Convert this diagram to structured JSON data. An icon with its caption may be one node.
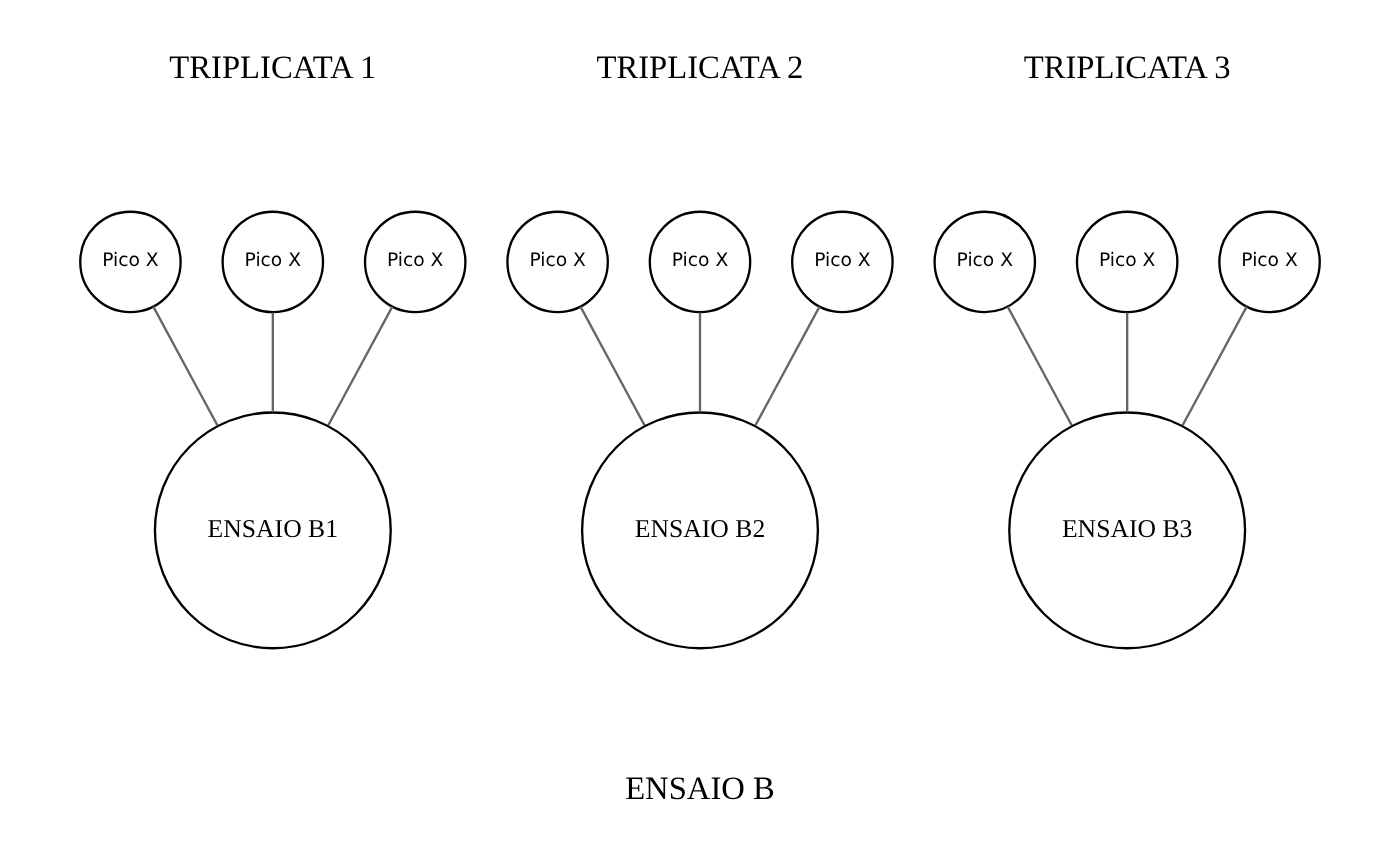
{
  "diagram": {
    "nodes": [
      {
        "text": [
          "Pico X"
        ]
      },
      {
        "text": [
          "Pico X"
        ]
      },
      {
        "text": [
          "Pico X"
        ]
      },
      {
        "text": [
          "Pico X"
        ]
      },
      {
        "text": [
          "Pico X"
        ]
      },
      {
        "text": [
          "Pico X"
        ]
      },
      {
        "text": [
          "Pico X"
        ]
      },
      {
        "text": [
          "Pico X"
        ]
      },
      {
        "text": [
          "Pico X"
        ]
      },
      {
        "text": [
          "ENSAIO B1"
        ]
      },
      {
        "text": [
          "ENSAIO B2"
        ]
      },
      {
        "text": [
          "ENSAIO B3"
        ]
      }
    ],
    "edges": [
      {
        "from": 0,
        "to": 9,
        "arrow": "none"
      },
      {
        "from": 1,
        "to": 9,
        "arrow": "none"
      },
      {
        "from": 2,
        "to": 9,
        "arrow": "none"
      },
      {
        "from": 3,
        "to": 10,
        "arrow": "none"
      },
      {
        "from": 4,
        "to": 10,
        "arrow": "none"
      },
      {
        "from": 5,
        "to": 10,
        "arrow": "none"
      },
      {
        "from": 6,
        "to": 11,
        "arrow": "none"
      },
      {
        "from": 7,
        "to": 11,
        "arrow": "none"
      },
      {
        "from": 8,
        "to": 11,
        "arrow": "none"
      }
    ],
    "labels": [
      "TRIPLICATA 1",
      "TRIPLICATA 2",
      "TRIPLICATA 3",
      "ENSAIO B"
    ]
  }
}
